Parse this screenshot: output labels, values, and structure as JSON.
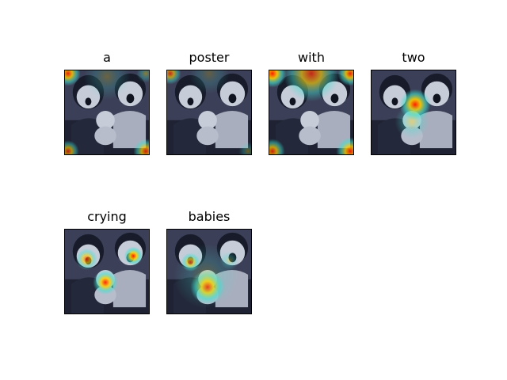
{
  "figure": {
    "panels": [
      {
        "title": "a",
        "heatmap": "border"
      },
      {
        "title": "poster",
        "heatmap": "faint-border"
      },
      {
        "title": "with",
        "heatmap": "border-strong"
      },
      {
        "title": "two",
        "heatmap": "center-chest"
      },
      {
        "title": "crying",
        "heatmap": "mouths"
      },
      {
        "title": "babies",
        "heatmap": "lower-center"
      }
    ],
    "colors": {
      "photo_base": "#3b3f57",
      "skin": "#c7ccd9",
      "hair": "#171b2a",
      "heat_red": "#ff1a00",
      "heat_yellow": "#ffd000",
      "heat_cyan": "#3fe0d0"
    }
  }
}
